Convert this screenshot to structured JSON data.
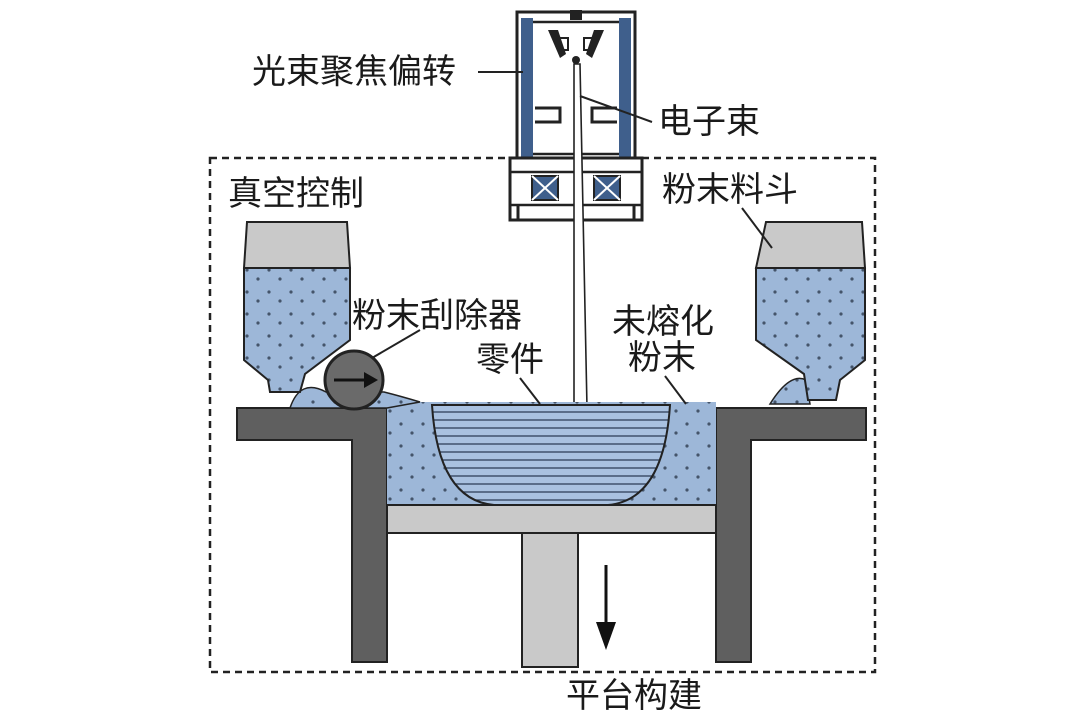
{
  "labels": {
    "beam_focus_deflection": "光束聚焦偏转",
    "electron_beam": "电子束",
    "vacuum_control": "真空控制",
    "powder_hopper": "粉末料斗",
    "powder_scraper": "粉末刮除器",
    "part": "零件",
    "unmelted_powder_line1": "未熔化",
    "unmelted_powder_line2": "粉末",
    "platform_build": "平台构建"
  },
  "colors": {
    "powder": "#9db7d8",
    "metal_dark": "#5f5f5f",
    "metal_light": "#c9c9c9",
    "part": "#8fb0d6",
    "line": "#222222"
  }
}
